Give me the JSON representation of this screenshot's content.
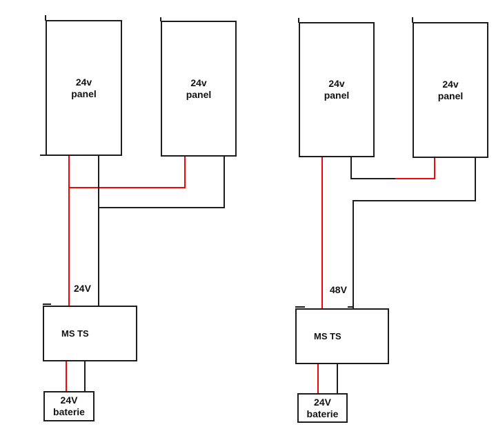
{
  "colors": {
    "positive_wire": "#f20505",
    "negative_wire": "#1c1c1c",
    "box_border": "#1c1c1c",
    "background": "#ffffff",
    "text": "#111111"
  },
  "diagrams": [
    {
      "panels": [
        {
          "line1": "24v",
          "line2": "panel"
        },
        {
          "line1": "24v",
          "line2": "panel"
        }
      ],
      "bus_voltage_label": "24V",
      "controller_label": "MS TS",
      "battery": {
        "line1": "24V",
        "line2": "baterie"
      }
    },
    {
      "panels": [
        {
          "line1": "24v",
          "line2": "panel"
        },
        {
          "line1": "24v",
          "line2": "panel"
        }
      ],
      "bus_voltage_label": "48V",
      "controller_label": "MS TS",
      "battery": {
        "line1": "24V",
        "line2": "baterie"
      }
    }
  ]
}
